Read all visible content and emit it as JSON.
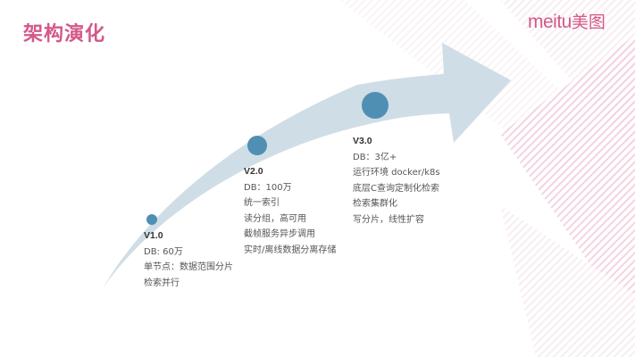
{
  "header": {
    "title": "架构演化",
    "logo_latin": "meitu",
    "logo_cn": "美图"
  },
  "colors": {
    "accent": "#d4588a",
    "arrow_fill": "#cfdde6",
    "node_fill": "#4f8fb4",
    "stripe": "#f5d9e6"
  },
  "timeline": [
    {
      "version": "V1.0",
      "lines": [
        "DB: 60万",
        "单节点：数据范围分片",
        "检索并行"
      ]
    },
    {
      "version": "V2.0",
      "lines": [
        "DB：100万",
        "统一索引",
        "读分组，高可用",
        "截帧服务异步调用",
        "实时/离线数据分离存储"
      ]
    },
    {
      "version": "V3.0",
      "lines": [
        "DB：3亿+",
        "运行环境 docker/k8s",
        "底层C查询定制化检索",
        "检索集群化",
        "写分片，线性扩容"
      ]
    }
  ]
}
